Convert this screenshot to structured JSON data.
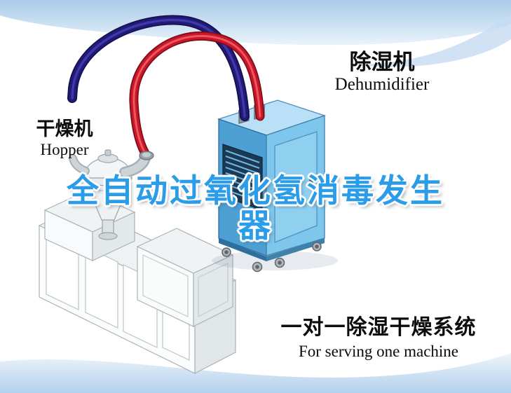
{
  "title": {
    "full": "全自动过氧化氢消毒发生器",
    "line1": "全自动过氧化氢消毒发生",
    "line2": "器",
    "color": "#2b9ce8"
  },
  "labels": {
    "dehumidifier": {
      "cn": "除湿机",
      "en": "Dehumidifier"
    },
    "dryer": {
      "cn": "干燥机",
      "en": "Hopper"
    },
    "system": {
      "cn": "一对一除湿干燥系统",
      "en": "For serving one machine"
    }
  },
  "colors": {
    "hose_red": "#c6182a",
    "hose_blue": "#221a78",
    "dehumidifier_front": "#4d9fd4",
    "dehumidifier_side": "#7ec6ec",
    "dehumidifier_top": "#b9e0f6",
    "background_tint": "#bcd6ee"
  }
}
